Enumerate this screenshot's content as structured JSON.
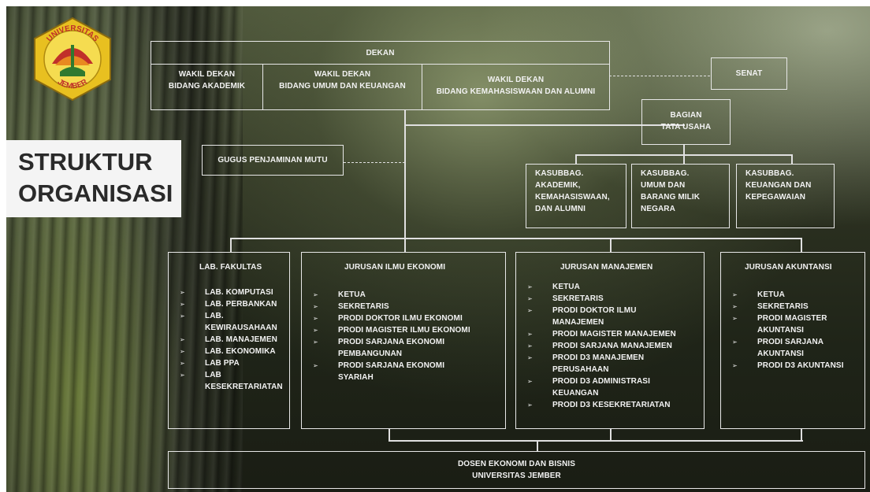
{
  "logo": {
    "text_top": "UNIVERSITAS",
    "text_bottom": "JEMBER",
    "colors": {
      "gold": "#e8c020",
      "red": "#c0302a",
      "green": "#2f7a2f"
    }
  },
  "title": {
    "line1": "STRUKTUR",
    "line2": "ORGANISASI"
  },
  "dekan": "DEKAN",
  "wakil_dekan": [
    {
      "line1": "WAKIL DEKAN",
      "line2": "BIDANG AKADEMIK"
    },
    {
      "line1": "WAKIL DEKAN",
      "line2": "BIDANG UMUM DAN KEUANGAN"
    },
    {
      "line1": "WAKIL DEKAN",
      "line2": "BIDANG KEMAHASISWAAN  DAN ALUMNI"
    }
  ],
  "senat": "SENAT",
  "bagian_tu": {
    "line1": "BAGIAN",
    "line2": "TATA USAHA"
  },
  "gugus": "GUGUS PENJAMINAN MUTU",
  "kasubbag": [
    {
      "lines": [
        "KASUBBAG.",
        "AKADEMIK,",
        "KEMAHASISWAAN,",
        "DAN ALUMNI"
      ]
    },
    {
      "lines": [
        "KASUBBAG.",
        "UMUM DAN",
        "BARANG MILIK",
        "NEGARA"
      ]
    },
    {
      "lines": [
        "KASUBBAG.",
        "KEUANGAN DAN",
        "KEPEGAWAIAN"
      ]
    }
  ],
  "lab": {
    "title": "LAB. FAKULTAS",
    "items": [
      "LAB. KOMPUTASI",
      "LAB. PERBANKAN",
      "LAB. KEWIRAUSAHAAN",
      "LAB. MANAJEMEN",
      "LAB. EKONOMIKA",
      "LAB PPA",
      "LAB KESEKRETARIATAN"
    ]
  },
  "jurusan_ie": {
    "title": "JURUSAN ILMU EKONOMI",
    "items": [
      "KETUA",
      "SEKRETARIS",
      "PRODI DOKTOR ILMU EKONOMI",
      "PRODI MAGISTER ILMU EKONOMI",
      "PRODI SARJANA EKONOMI PEMBANGUNAN",
      "PRODI SARJANA EKONOMI SYARIAH"
    ]
  },
  "jurusan_mnj": {
    "title": "JURUSAN MANAJEMEN",
    "items": [
      "KETUA",
      "SEKRETARIS",
      "PRODI DOKTOR ILMU MANAJEMEN",
      "PRODI MAGISTER MANAJEMEN",
      "PRODI SARJANA MANAJEMEN",
      "PRODI D3 MANAJEMEN PERUSAHAAN",
      "PRODI D3 ADMINISTRASI KEUANGAN",
      "PRODI D3 KESEKRETARIATAN"
    ]
  },
  "jurusan_akt": {
    "title": "JURUSAN AKUNTANSI",
    "items": [
      "KETUA",
      "SEKRETARIS",
      "PRODI MAGISTER AKUNTANSI",
      "PRODI SARJANA AKUNTANSI",
      "PRODI D3 AKUNTANSI"
    ]
  },
  "dosen": {
    "line1": "DOSEN EKONOMI DAN BISNIS",
    "line2": "UNIVERSITAS JEMBER"
  }
}
